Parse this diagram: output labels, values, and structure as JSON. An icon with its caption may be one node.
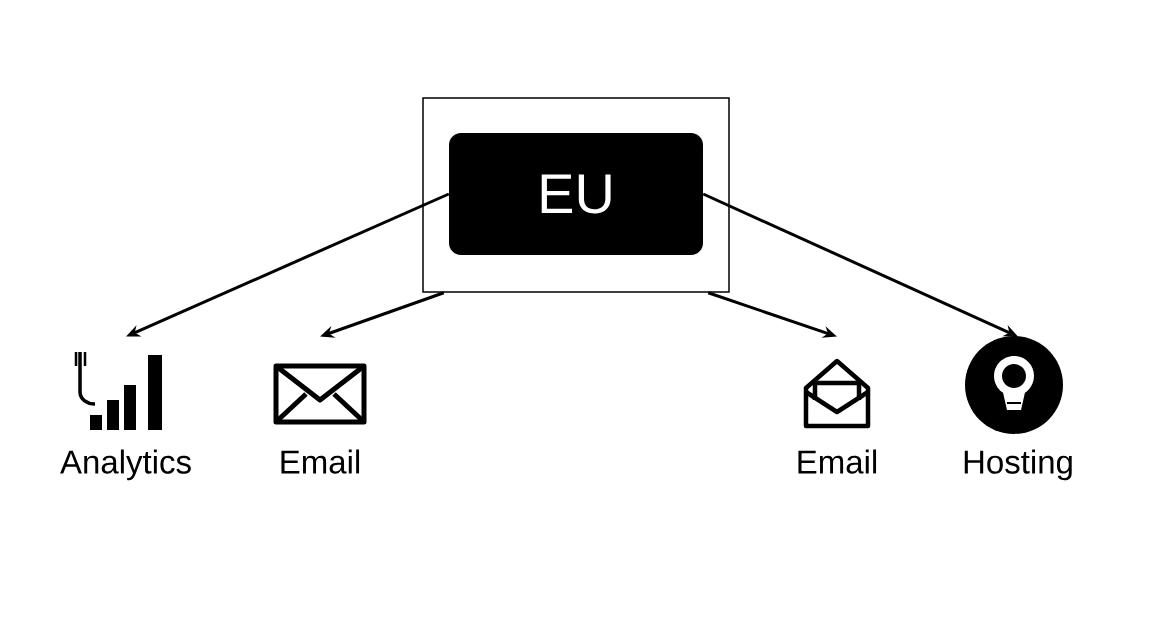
{
  "diagram": {
    "nodes": [
      {
        "text": [],
        "shape": "box"
      },
      {
        "text": [
          "EU"
        ],
        "in": 0
      },
      {
        "text": [
          "Analytics"
        ]
      },
      {
        "text": [
          "Email"
        ]
      },
      {
        "text": [
          "Email"
        ]
      },
      {
        "text": [
          "Hosting"
        ]
      }
    ],
    "edges": [
      {
        "from": 1,
        "to": 2,
        "arrow": "to"
      },
      {
        "from": 0,
        "to": 3,
        "arrow": "to"
      },
      {
        "from": 0,
        "to": 4,
        "arrow": "to"
      },
      {
        "from": 1,
        "to": 5,
        "arrow": "to"
      }
    ]
  }
}
